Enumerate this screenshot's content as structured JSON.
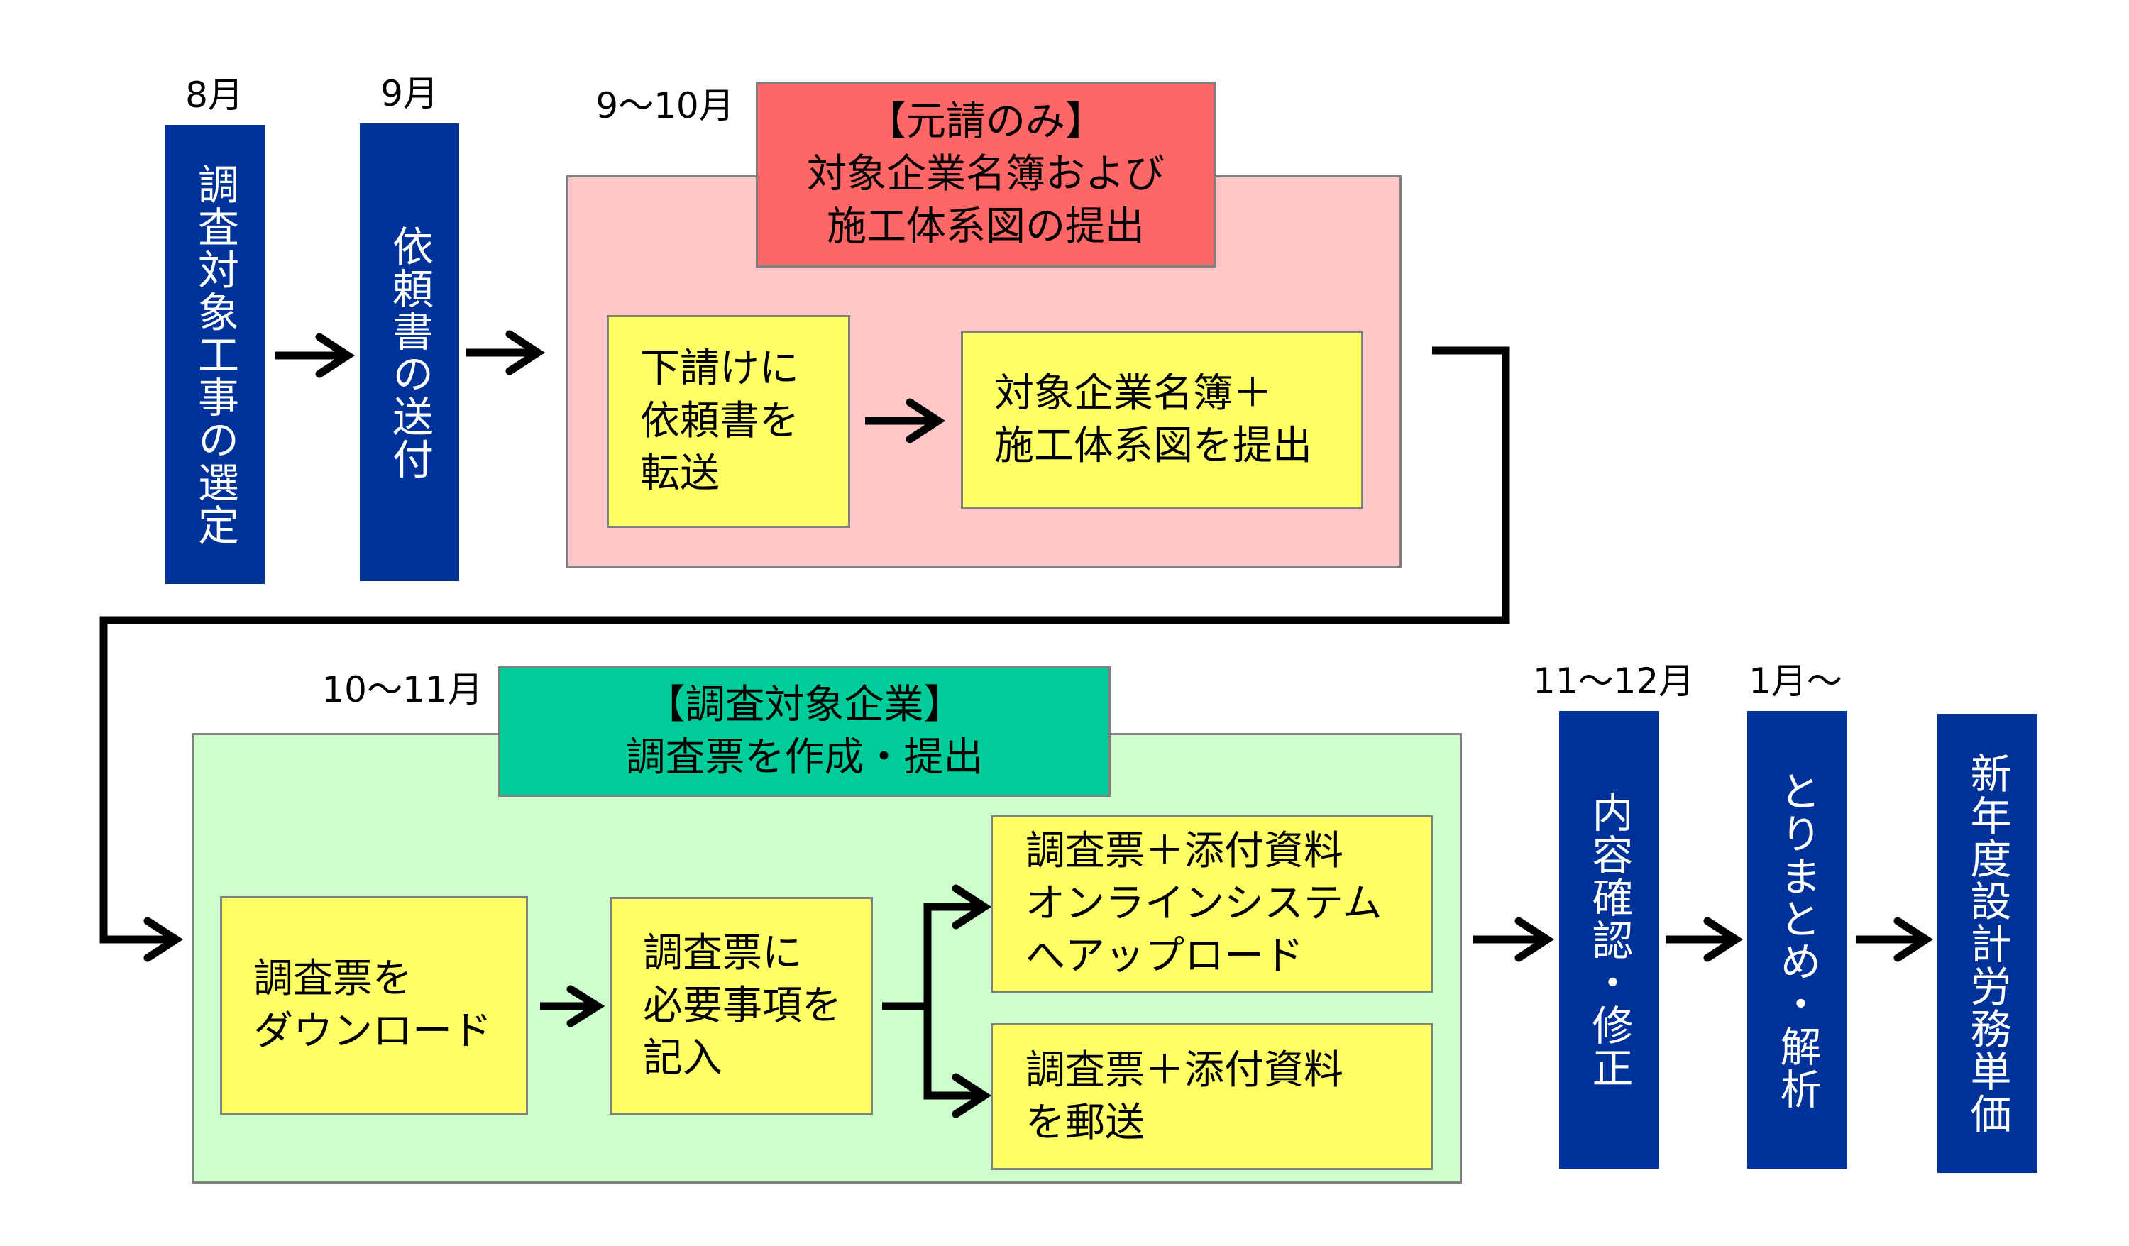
{
  "diagram": {
    "step1": {
      "month": "8月",
      "label": "調査対象工事の選定"
    },
    "step2": {
      "month": "9月",
      "label": "依頼書の送付"
    },
    "phase1": {
      "month": "9〜10月",
      "header": "【元請のみ】\n対象企業名簿および\n施工体系図の提出",
      "boxes": [
        {
          "label": "下請けに\n依頼書を\n転送"
        },
        {
          "label": "対象企業名簿＋\n施工体系図を提出"
        }
      ]
    },
    "phase2": {
      "month": "10〜11月",
      "header": "【調査対象企業】\n調査票を作成・提出",
      "boxes": [
        {
          "label": "調査票を\nダウンロード"
        },
        {
          "label": "調査票に\n必要事項を\n記入"
        },
        {
          "label": "調査票＋添付資料\nオンラインシステム\nへアップロード"
        },
        {
          "label": "調査票＋添付資料\nを郵送"
        }
      ]
    },
    "step3": {
      "month": "11〜12月",
      "label": "内容確認・修正"
    },
    "step4": {
      "month": "1月〜",
      "label": "とりまとめ・解析"
    },
    "step5": {
      "label": "新年度設計労務単価"
    }
  },
  "colors": {
    "step_blue": "#003399",
    "prime_header_red": "#FF6666",
    "prime_panel_pink": "#FFC7C7",
    "company_header_teal": "#00CC99",
    "company_panel_green": "#CCFFCC",
    "task_yellow": "#FFFF66"
  }
}
